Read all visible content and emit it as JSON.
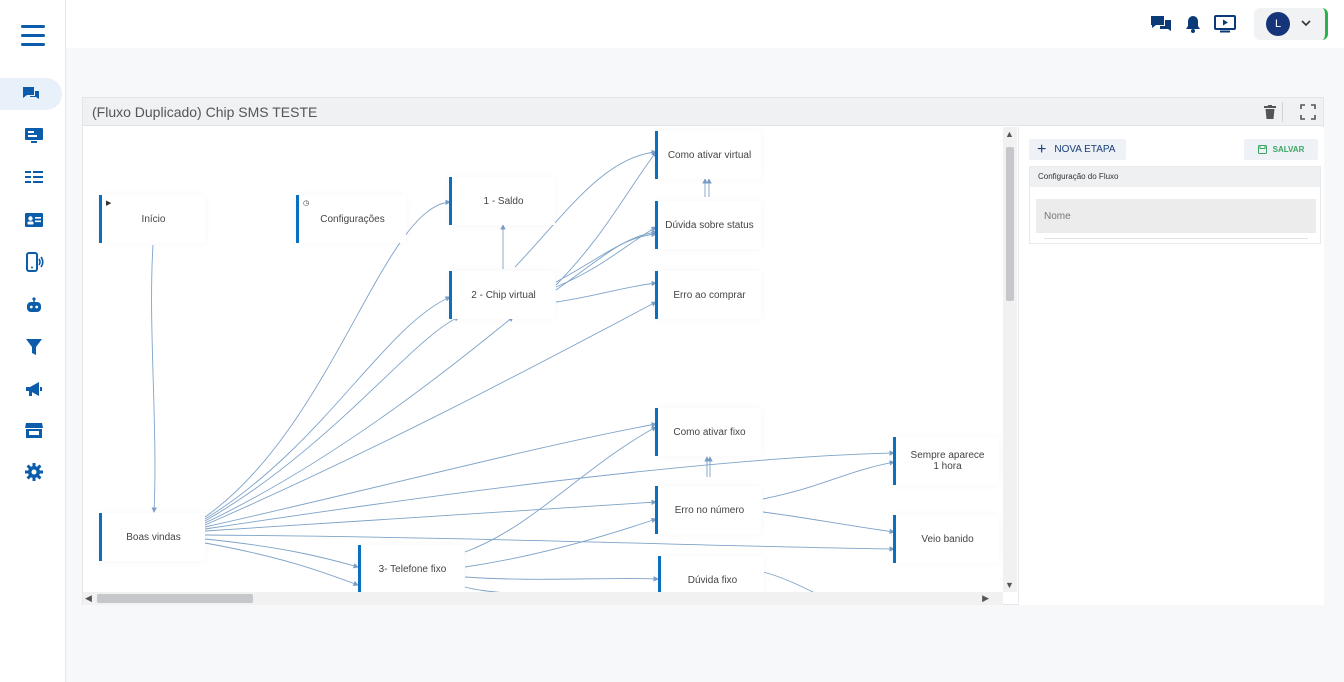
{
  "app": {
    "user_initial": "L",
    "accent": "#0b5cab",
    "status_color": "#29b34a"
  },
  "sidebar": {
    "items": [
      {
        "name": "chat-icon",
        "active": true
      },
      {
        "name": "monitor-icon"
      },
      {
        "name": "list-icon"
      },
      {
        "name": "contact-card-icon"
      },
      {
        "name": "phone-signal-icon"
      },
      {
        "name": "robot-icon"
      },
      {
        "name": "filter-icon"
      },
      {
        "name": "megaphone-icon"
      },
      {
        "name": "store-icon"
      },
      {
        "name": "gear-icon"
      }
    ]
  },
  "topbar": {
    "icons": [
      "messages-icon",
      "bell-icon",
      "tv-play-icon"
    ]
  },
  "panel": {
    "title": "(Fluxo Duplicado) Chip SMS TESTE"
  },
  "nodes": {
    "inicio": "Início",
    "configuracoes": "Configurações",
    "saldo": "1 - Saldo",
    "chip_virtual": "2 - Chip virtual",
    "como_ativar_virtual": "Como ativar virtual",
    "duvida_status": "Dúvida sobre status",
    "erro_comprar": "Erro ao comprar",
    "como_ativar_fixo": "Como ativar fixo",
    "sempre_aparece": "Sempre aparece 1 hora",
    "erro_numero": "Erro no número",
    "veio_banido": "Veio banido",
    "boas_vindas": "Boas vindas",
    "telefone_fixo": "3- Telefone fixo",
    "duvida_fixo": "Dúvida fixo"
  },
  "config": {
    "new_step_label": "NOVA ETAPA",
    "save_label": "SALVAR",
    "section_title": "Configuração do Fluxo",
    "name_placeholder": "Nome",
    "name_value": ""
  }
}
